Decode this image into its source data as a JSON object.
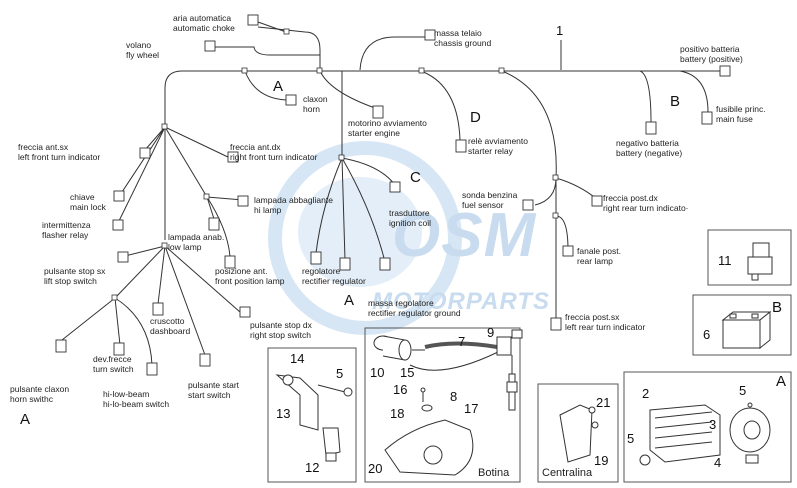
{
  "watermark": {
    "logo": "OSM",
    "text": "MOTORPARTS",
    "color": "#c9dcef"
  },
  "harness_labels": [
    {
      "id": "aria",
      "text": "aria automatica\nautomatic choke"
    },
    {
      "id": "volano",
      "text": "volano\nfly wheel"
    },
    {
      "id": "massa_telaio",
      "text": "massa telaio\nchassis ground"
    },
    {
      "id": "positivo",
      "text": "positivo batteria\nbattery (positive)"
    },
    {
      "id": "fusibile",
      "text": "fusibile princ.\nmain fuse"
    },
    {
      "id": "claxon",
      "text": "claxon\nhorn"
    },
    {
      "id": "motorino",
      "text": "motorino avviamento\nstarter engine"
    },
    {
      "id": "rele",
      "text": "relè avviamento\nstarter relay"
    },
    {
      "id": "negativo",
      "text": "negativo batteria\nbattery (negative)"
    },
    {
      "id": "freccia_ant_sx",
      "text": "freccia ant.sx\nleft front turn indicator"
    },
    {
      "id": "freccia_ant_dx",
      "text": "freccia ant.dx\nright front turn indicator"
    },
    {
      "id": "chiave",
      "text": "chiave\nmain lock"
    },
    {
      "id": "intermittenza",
      "text": "intermittenza\nflasher relay"
    },
    {
      "id": "sonda",
      "text": "sonda benzina\nfuel sensor"
    },
    {
      "id": "freccia_post_dx",
      "text": "freccia post.dx\nright rear turn indicato·"
    },
    {
      "id": "trasduttore",
      "text": "trasduttore\nignition coil"
    },
    {
      "id": "lampada_abb",
      "text": "lampada abbagliante\nhi lamp"
    },
    {
      "id": "lampada_anab",
      "text": "lampada anab.\nlow lamp"
    },
    {
      "id": "fanale",
      "text": "fanale post.\nrear lamp"
    },
    {
      "id": "pulsante_stop_sx",
      "text": "pulsante stop sx\nlift stop switch"
    },
    {
      "id": "posizione",
      "text": "posizione ant.\nfront position lamp"
    },
    {
      "id": "regolatore",
      "text": "regolatore\nrectifier regulator"
    },
    {
      "id": "massa_reg",
      "text": "massa regolatore\nrectifier regulator ground"
    },
    {
      "id": "cruscotto",
      "text": "cruscotto\ndashboard"
    },
    {
      "id": "pulsante_stop_dx",
      "text": "pulsante stop dx\nright stop switch"
    },
    {
      "id": "freccia_post_sx",
      "text": "freccia post.sx\nleft rear turn indicator"
    },
    {
      "id": "dev",
      "text": "dev.frecce\nturn switch"
    },
    {
      "id": "pulsante_claxon",
      "text": "pulsante claxon\nhorn swithc"
    },
    {
      "id": "hilow",
      "text": "hi-low-beam\nhi-lo-beam switch"
    },
    {
      "id": "pulsante_start",
      "text": "pulsante start\nstart switch"
    }
  ],
  "section_letters": [
    {
      "id": "A1",
      "text": "A"
    },
    {
      "id": "B1",
      "text": "B"
    },
    {
      "id": "C1",
      "text": "C"
    },
    {
      "id": "D1",
      "text": "D"
    },
    {
      "id": "A2",
      "text": "A"
    },
    {
      "id": "A3",
      "text": "A"
    },
    {
      "id": "B2",
      "text": "B"
    },
    {
      "id": "A4",
      "text": "A"
    }
  ],
  "part_numbers": [
    {
      "id": "n1",
      "text": "1"
    },
    {
      "id": "n2",
      "text": "2"
    },
    {
      "id": "n3",
      "text": "3"
    },
    {
      "id": "n4",
      "text": "4"
    },
    {
      "id": "n5a",
      "text": "5"
    },
    {
      "id": "n5b",
      "text": "5"
    },
    {
      "id": "n5c",
      "text": "5"
    },
    {
      "id": "n6",
      "text": "6"
    },
    {
      "id": "n7",
      "text": "7"
    },
    {
      "id": "n8",
      "text": "8"
    },
    {
      "id": "n9",
      "text": "9"
    },
    {
      "id": "n10",
      "text": "10"
    },
    {
      "id": "n11",
      "text": "11"
    },
    {
      "id": "n12",
      "text": "12"
    },
    {
      "id": "n13",
      "text": "13"
    },
    {
      "id": "n14",
      "text": "14"
    },
    {
      "id": "n15",
      "text": "15"
    },
    {
      "id": "n16",
      "text": "16"
    },
    {
      "id": "n17",
      "text": "17"
    },
    {
      "id": "n18",
      "text": "18"
    },
    {
      "id": "n19",
      "text": "19"
    },
    {
      "id": "n20",
      "text": "20"
    },
    {
      "id": "n21",
      "text": "21"
    }
  ],
  "box_captions": {
    "botina": "Botina",
    "centralina": "Centralina"
  }
}
